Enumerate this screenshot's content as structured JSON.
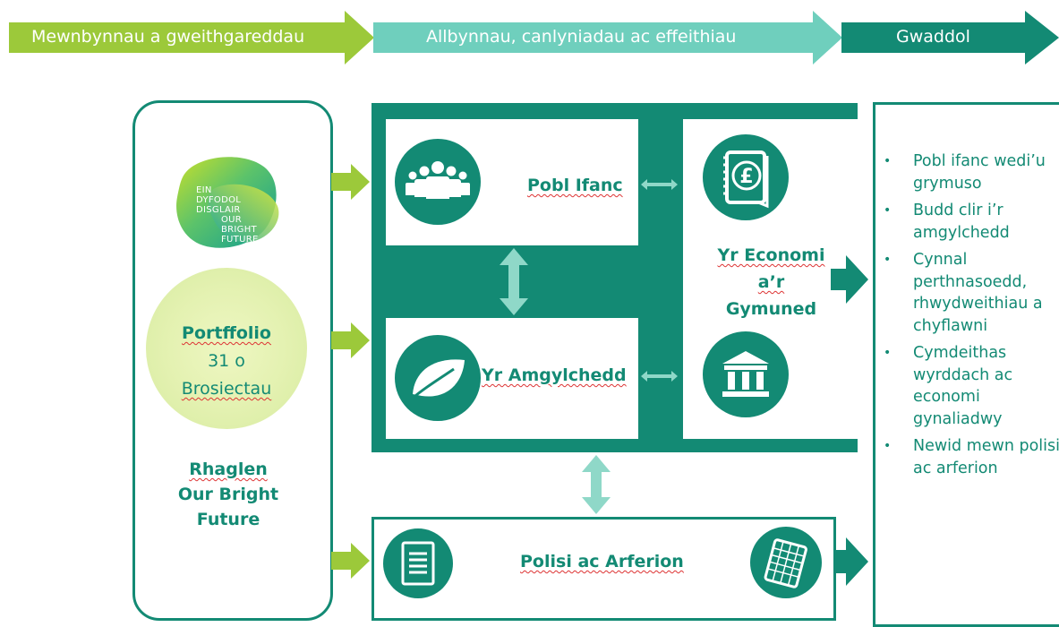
{
  "stages": [
    {
      "label": "Mewnbynnau a gweithgareddau",
      "color": "#9cc93a"
    },
    {
      "label": "Allbynnau, canlyniadau ac effeithiau",
      "color": "#6fcfbd"
    },
    {
      "label": "Gwaddol",
      "color": "#138a74"
    }
  ],
  "logo": {
    "lines": [
      "EIN",
      "DYFODOL",
      "DISGLAIR",
      "OUR",
      "BRIGHT",
      "FUTURE"
    ]
  },
  "portfolio": {
    "title": "Portffolio",
    "count": "31 o",
    "unit": "Brosiectau"
  },
  "programme": {
    "line1": "Rhaglen",
    "line2": "Our Bright",
    "line3": "Future"
  },
  "themes": {
    "young_people": {
      "label": "Pobl Ifanc",
      "icon": "people-group-icon"
    },
    "environment": {
      "label": "Yr Amgylchedd",
      "icon": "leaf-icon"
    },
    "economy": {
      "line1": "Yr Economi",
      "line2": "a’r",
      "line3": "Gymuned",
      "icons": [
        "pound-book-icon",
        "bank-building-icon"
      ]
    },
    "policy": {
      "label": "Polisi ac Arferion",
      "icons": [
        "document-icon",
        "spreadsheet-icon"
      ]
    }
  },
  "outcomes": [
    "Pobl ifanc wedi’u grymuso",
    "Budd clir i’r amgylchedd",
    "Cynnal perthnasoedd, rhwydweithiau a chyflawni",
    "Cymdeithas wyrddach ac economi gynaliadwy",
    "Newid mewn polisi ac arferion"
  ],
  "colors": {
    "primary": "#138a74",
    "lime": "#9cc93a",
    "light_teal": "#6fcfbd",
    "mint_arrow": "#8fd8c8"
  }
}
